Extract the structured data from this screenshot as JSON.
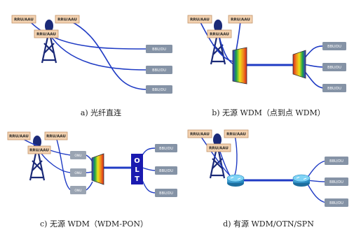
{
  "labels": {
    "rru": "RRU/AAU",
    "bbu": "BBU/DU",
    "onu": "ONU",
    "olt": [
      "O",
      "L",
      "T"
    ]
  },
  "captions": {
    "a": "a) 光纤直连",
    "b": "b) 无源 WDM（点到点 WDM）",
    "c": "c) 无源 WDM（WDM-PON）",
    "d": "d) 有源 WDM/OTN/SPN"
  },
  "colors": {
    "fiber": "#1f3bc4",
    "rru_fill": "#f3d2b0",
    "rru_stroke": "#c2936a",
    "bbu_fill": "#8593a6",
    "onu_fill": "#9aa4b2",
    "tower": "#1b2a78",
    "olt": "#1a1ab0",
    "router": "#2a9ed6"
  }
}
